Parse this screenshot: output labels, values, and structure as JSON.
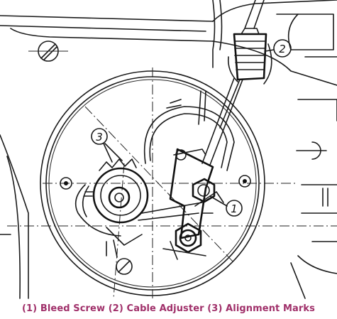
{
  "callouts": [
    {
      "number": "1",
      "part": "Bleed Screw"
    },
    {
      "number": "2",
      "part": "Cable Adjuster"
    },
    {
      "number": "3",
      "part": "Alignment Marks"
    }
  ],
  "caption": {
    "text": "(1) Bleed Screw (2) Cable Adjuster (3) Alignment Marks",
    "color": "#a0306a"
  }
}
